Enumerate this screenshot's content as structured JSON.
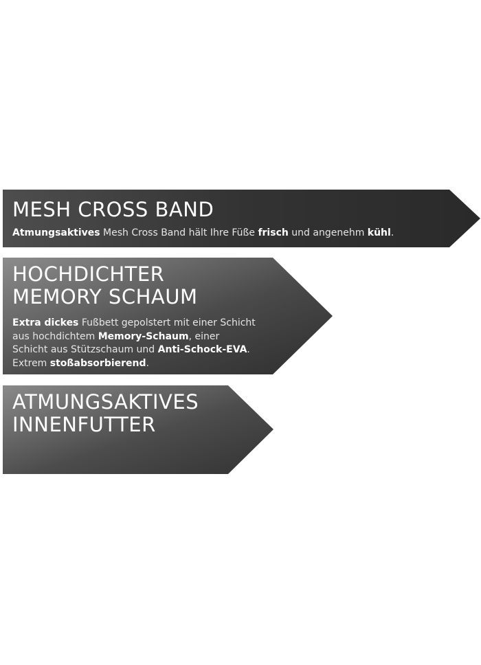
{
  "features": [
    {
      "title": "MESH CROSS BAND",
      "desc": [
        {
          "text": "Atmungsaktives",
          "bold": true
        },
        {
          "text": " Mesh Cross Band hält Ihre Füße ",
          "bold": false
        },
        {
          "text": "frisch",
          "bold": true
        },
        {
          "text": " und angenehm ",
          "bold": false
        },
        {
          "text": "kühl",
          "bold": true
        },
        {
          "text": ".",
          "bold": false
        }
      ]
    },
    {
      "title_lines": [
        "HOCHDICHTER",
        "MEMORY SCHAUM"
      ],
      "desc": [
        {
          "text": "Extra dickes",
          "bold": true
        },
        {
          "text": " Fußbett gepolstert mit einer Schicht aus hochdichtem ",
          "bold": false
        },
        {
          "text": "Memory-Schaum",
          "bold": true
        },
        {
          "text": ", einer Schicht aus Stützschaum und ",
          "bold": false
        },
        {
          "text": "Anti-Schock-EVA",
          "bold": true
        },
        {
          "text": ". Extrem ",
          "bold": false
        },
        {
          "text": "stoßabsorbierend",
          "bold": true
        },
        {
          "text": ".",
          "bold": false
        }
      ]
    },
    {
      "title_lines": [
        "ATMUNGSAKTIVES",
        "INNENFUTTER"
      ]
    }
  ],
  "colors": {
    "gradient_dark": "#2e2e2e",
    "gradient_mid": "#4a4a4a",
    "gradient_light": "#8a8a8a",
    "text": "#ffffff"
  }
}
